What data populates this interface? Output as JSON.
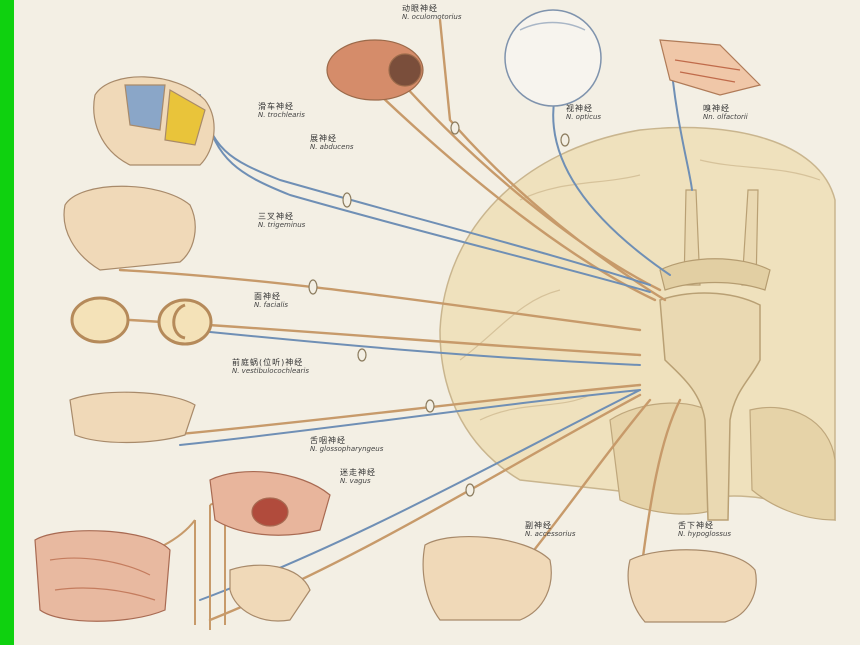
{
  "figure": {
    "background": "#f3efe4",
    "accent_bar": "#0fd10f",
    "nerve_colors": {
      "sensory": "#6f8fb5",
      "motor": "#c79a6a",
      "brain": "#e8d6ad"
    }
  },
  "labels": {
    "oculomotor": {
      "cn": "动眼神经",
      "la": "N. oculomotorius"
    },
    "trochlear": {
      "cn": "滑车神经",
      "la": "N. trochlearis"
    },
    "abducens": {
      "cn": "展神经",
      "la": "N. abducens"
    },
    "optic": {
      "cn": "视神经",
      "la": "N. opticus"
    },
    "olfactory": {
      "cn": "嗅神经",
      "la": "Nn. olfactorii"
    },
    "trigeminal": {
      "cn": "三叉神经",
      "la": "N. trigeminus"
    },
    "facial": {
      "cn": "面神经",
      "la": "N. facialis"
    },
    "vestibulocochlear": {
      "cn": "前庭蜗(位听)神经",
      "la": "N. vestibulocochlearis"
    },
    "glossopharyngeal": {
      "cn": "舌咽神经",
      "la": "N. glossopharyngeus"
    },
    "vagus": {
      "cn": "迷走神经",
      "la": "N. vagus"
    },
    "accessory": {
      "cn": "副神经",
      "la": "N. accessorius"
    },
    "hypoglossal": {
      "cn": "舌下神经",
      "la": "N. hypoglossus"
    }
  }
}
